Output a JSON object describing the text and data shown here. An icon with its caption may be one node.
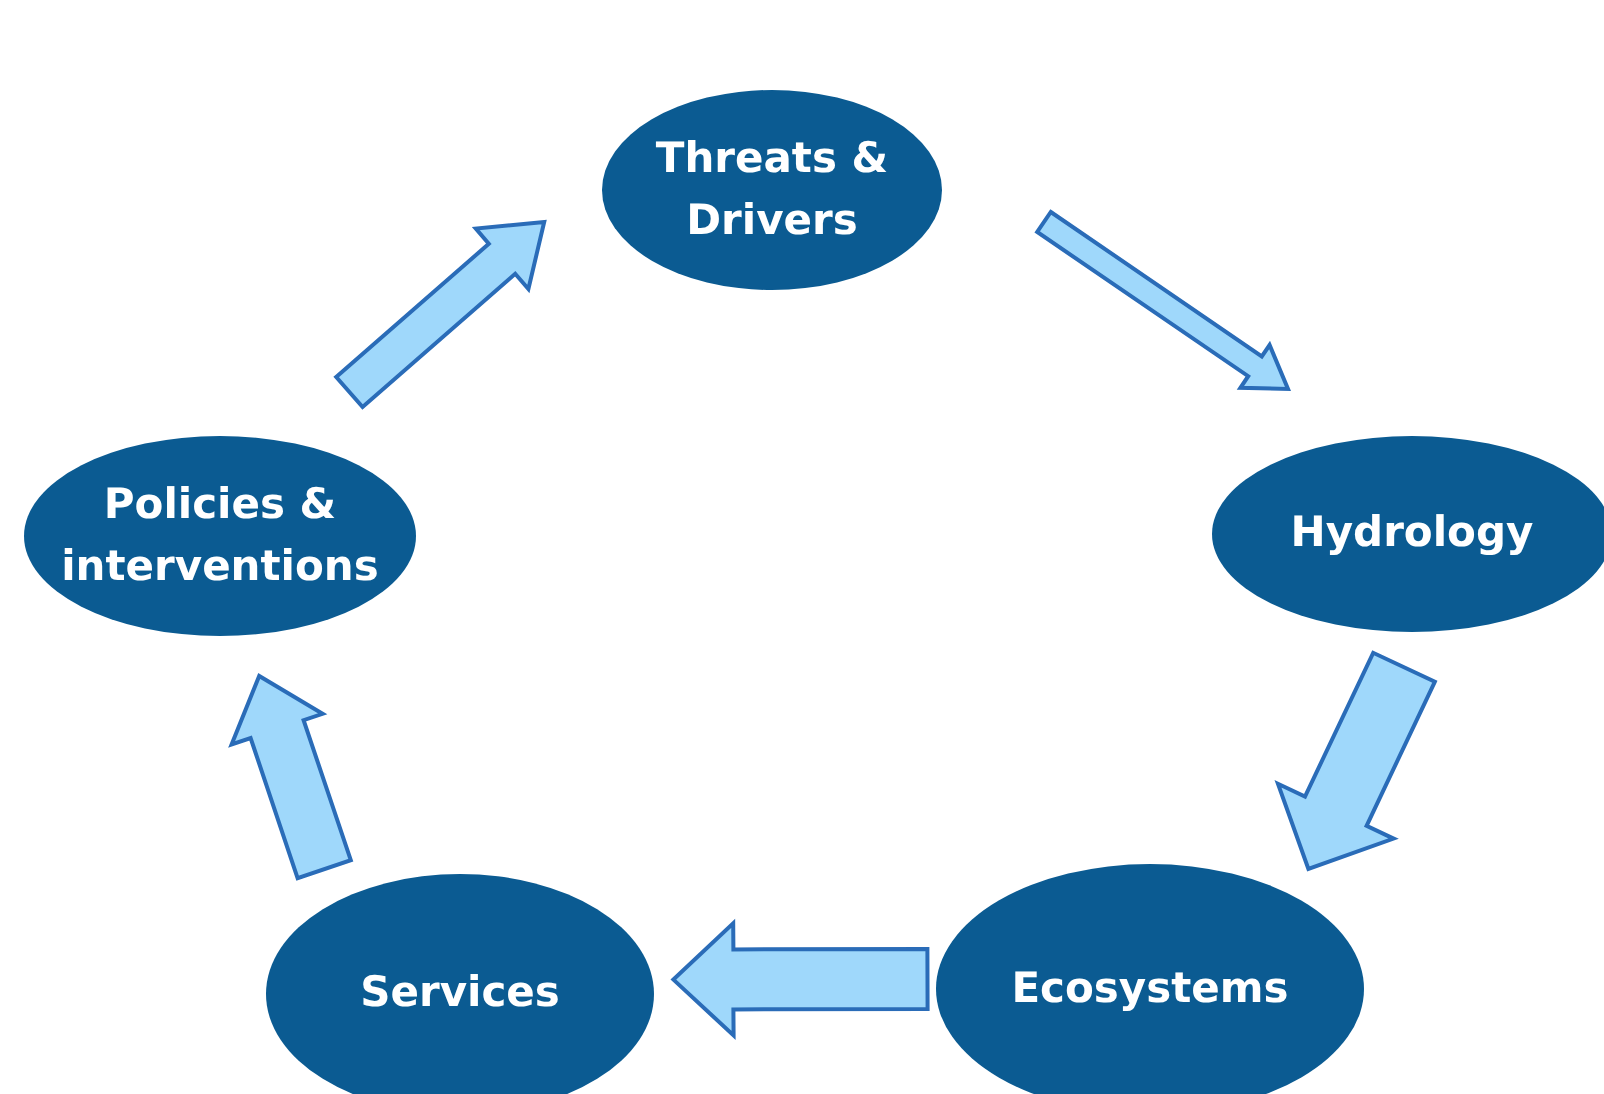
{
  "diagram": {
    "nodes": [
      {
        "text": [
          "Threats & Drivers"
        ]
      },
      {
        "text": [
          "Hydrology"
        ]
      },
      {
        "text": [
          "Ecosystems"
        ]
      },
      {
        "text": [
          "Services"
        ]
      },
      {
        "text": [
          "Policies & interventions"
        ]
      }
    ],
    "edges": [
      {
        "from": 0,
        "to": 1,
        "arrow": "to"
      },
      {
        "from": 1,
        "to": 2,
        "arrow": "to"
      },
      {
        "from": 2,
        "to": 3,
        "arrow": "to"
      },
      {
        "from": 3,
        "to": 4,
        "arrow": "to"
      },
      {
        "from": 4,
        "to": 0,
        "arrow": "to"
      }
    ]
  }
}
